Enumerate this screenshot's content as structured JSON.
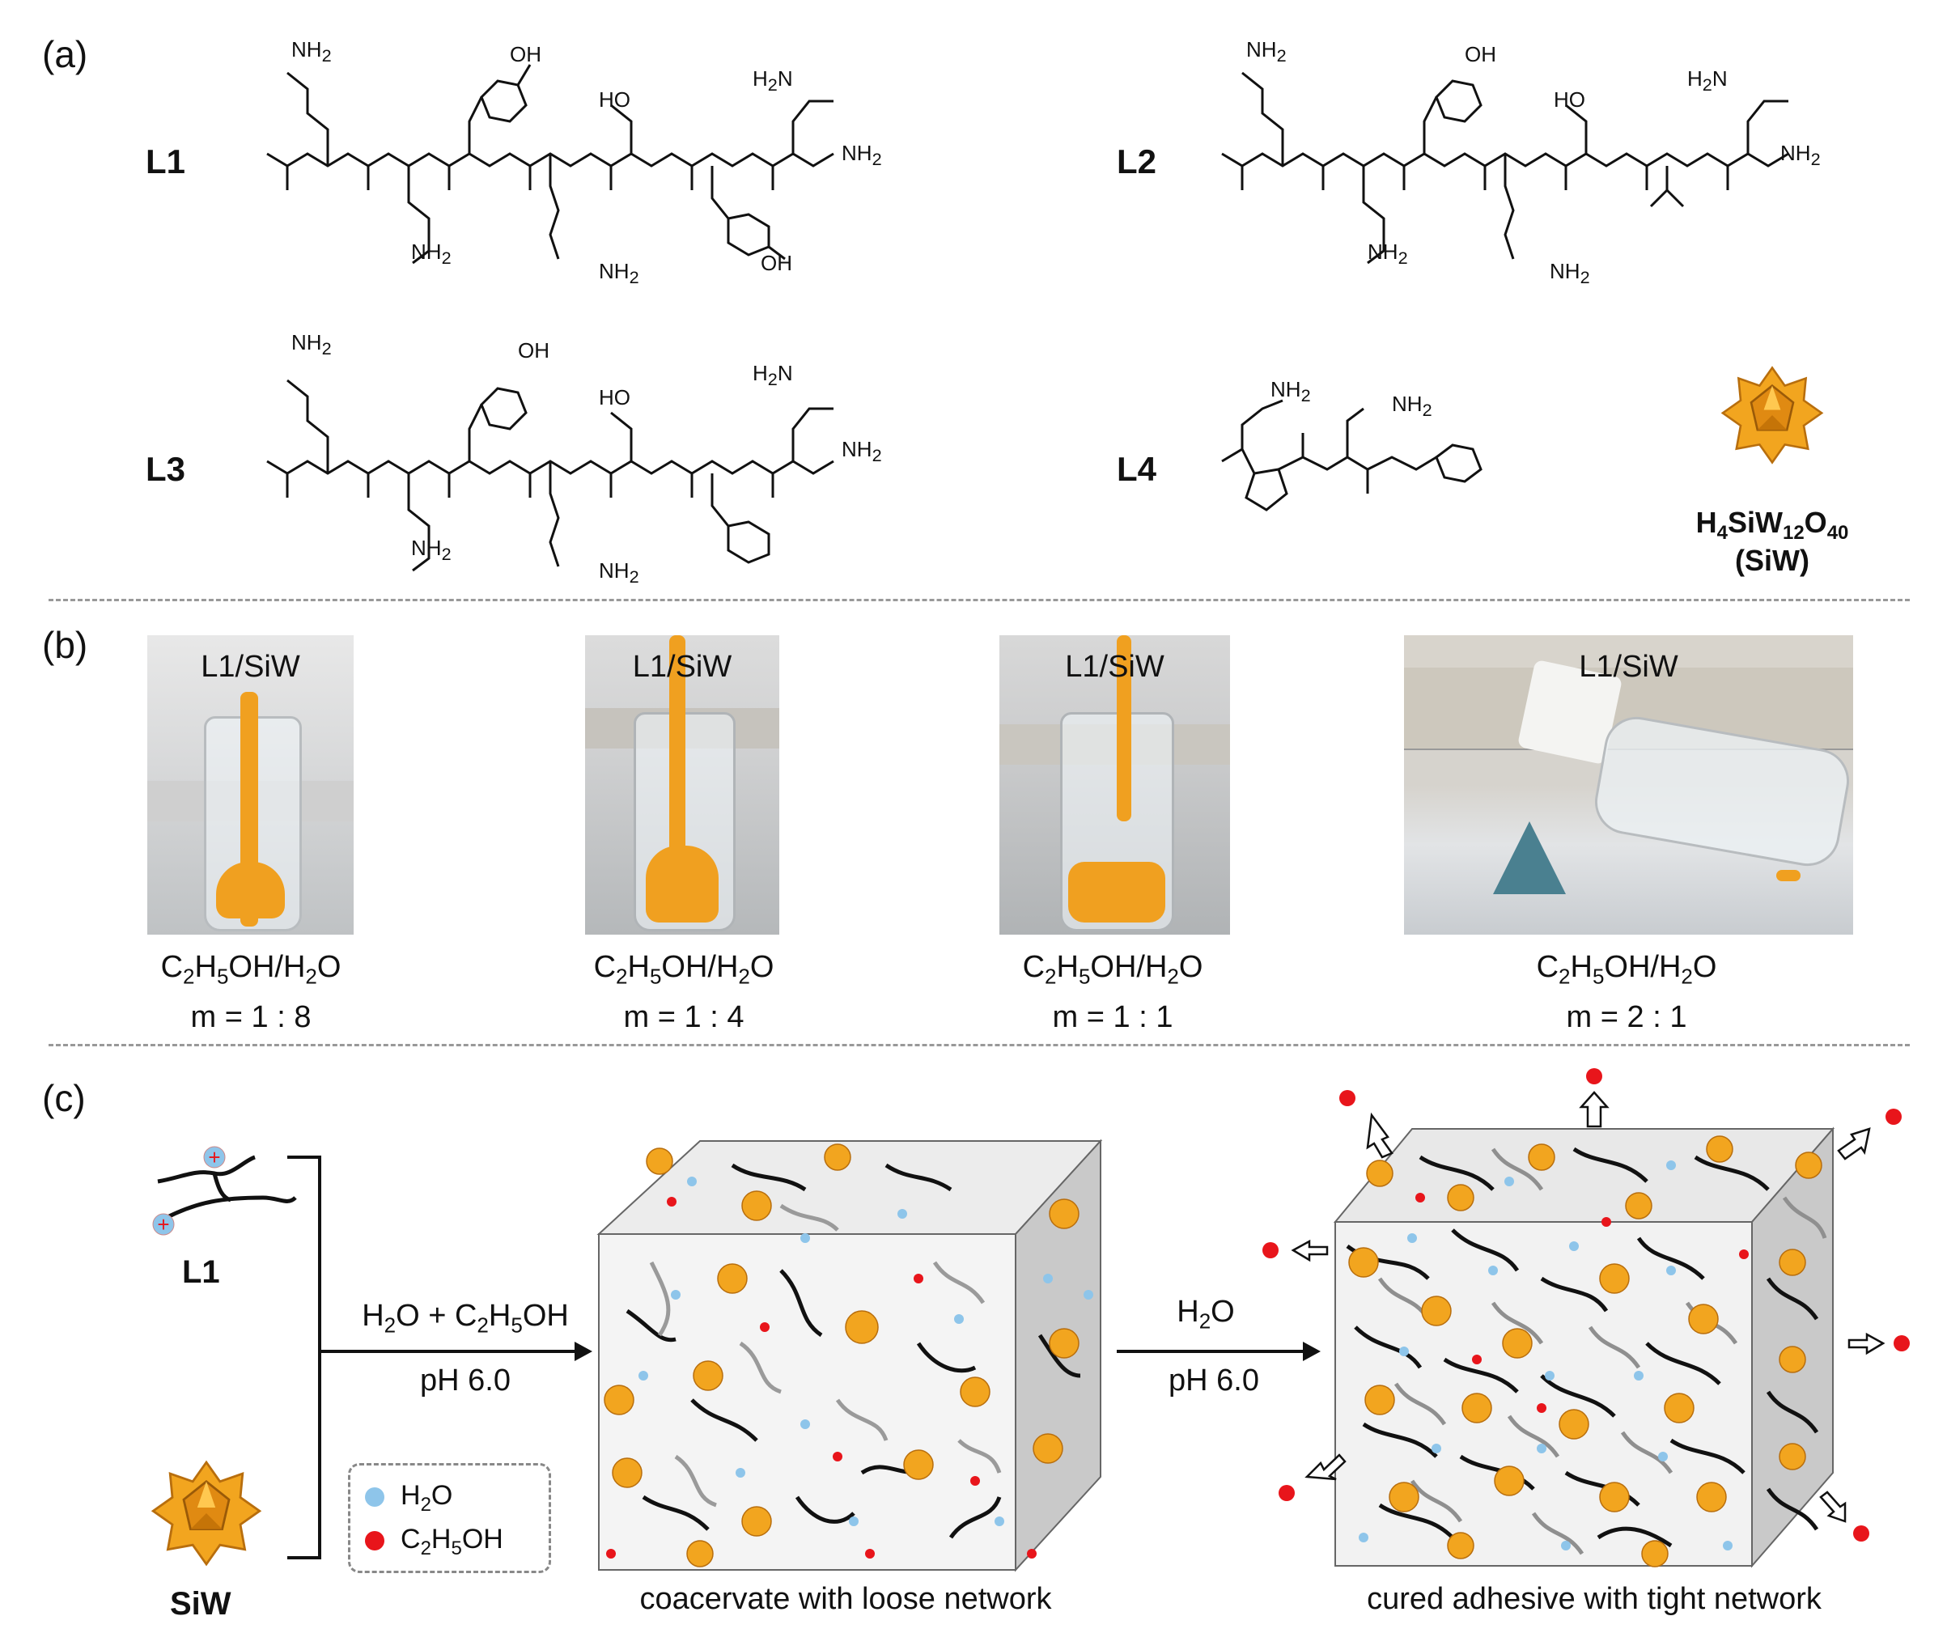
{
  "panels": {
    "a": "(a)",
    "b": "(b)",
    "c": "(c)"
  },
  "ligands": {
    "L1": "L1",
    "L2": "L2",
    "L3": "L3",
    "L4": "L4"
  },
  "siw_formula": {
    "prefix": "H",
    "sub1": "4",
    "mid1": "SiW",
    "sub2": "12",
    "mid2": "O",
    "sub3": "40",
    "short": "(SiW)"
  },
  "groups": {
    "nh2": "NH",
    "two": "2",
    "oh": "OH",
    "ho": "HO",
    "h2n_h": "H",
    "h2n_n": "N",
    "h": "H",
    "n": "N",
    "o": "O"
  },
  "photos": [
    {
      "title": "L1/SiW",
      "solvent": "C2H5OH/H2O",
      "ratio": "m = 1 : 8"
    },
    {
      "title": "L1/SiW",
      "solvent": "C2H5OH/H2O",
      "ratio": "m = 1 : 4"
    },
    {
      "title": "L1/SiW",
      "solvent": "C2H5OH/H2O",
      "ratio": "m = 1 : 1"
    },
    {
      "title": "L1/SiW",
      "solvent": "C2H5OH/H2O",
      "ratio": "m = 2 : 1"
    }
  ],
  "scheme": {
    "l1_label": "L1",
    "siw_label": "SiW",
    "step1_top": "H2O + C2H5OH",
    "step1_bottom": "pH 6.0",
    "step2_top": "H2O",
    "step2_bottom": "pH  6.0",
    "legend_water": "H2O",
    "legend_ethanol": "C2H5OH",
    "caption1": "coacervate with loose network",
    "caption2": "cured adhesive with tight network"
  },
  "colors": {
    "water": "#8ec5ea",
    "ethanol": "#e8151b",
    "cluster": "#f2a51f",
    "gel": "#f0a020"
  }
}
